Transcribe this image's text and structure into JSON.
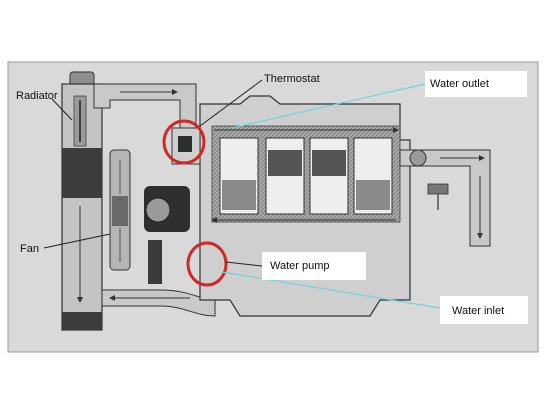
{
  "labels": {
    "radiator": "Radiator",
    "thermostat": "Thermostat",
    "water_outlet": "Water outlet",
    "fan": "Fan",
    "water_pump": "Water pump",
    "water_inlet": "Water inlet"
  },
  "colors": {
    "background": "#ffffff",
    "frame": "#d9d9d9",
    "metal_light": "#c8c8c8",
    "metal_mid": "#9c9c9c",
    "metal_dark": "#3a3a3a",
    "coolant": "#bdbdbd",
    "highlight_circle": "#d32626",
    "leader_cyan": "#6fd3de",
    "leader_dark": "#222222"
  }
}
